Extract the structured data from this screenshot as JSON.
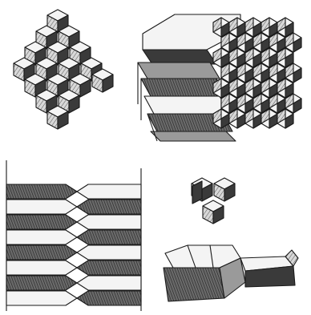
{
  "figures": [
    {
      "id": "fig-a",
      "subject": "stepped-cube-aggregate"
    },
    {
      "id": "fig-b",
      "subject": "hexagonal-prism-bundle"
    },
    {
      "id": "fig-c",
      "subject": "stacked-prism-layers"
    },
    {
      "id": "fig-d",
      "subject": "three-cube-cluster"
    },
    {
      "id": "fig-e",
      "subject": "elongated-prism-crystal"
    }
  ],
  "palette": {
    "paper": "#ffffff",
    "ink": "#1a1a1a",
    "shade_dark": "#3a3a3a",
    "shade_mid": "#9a9a9a",
    "shade_light": "#f4f4f4"
  }
}
